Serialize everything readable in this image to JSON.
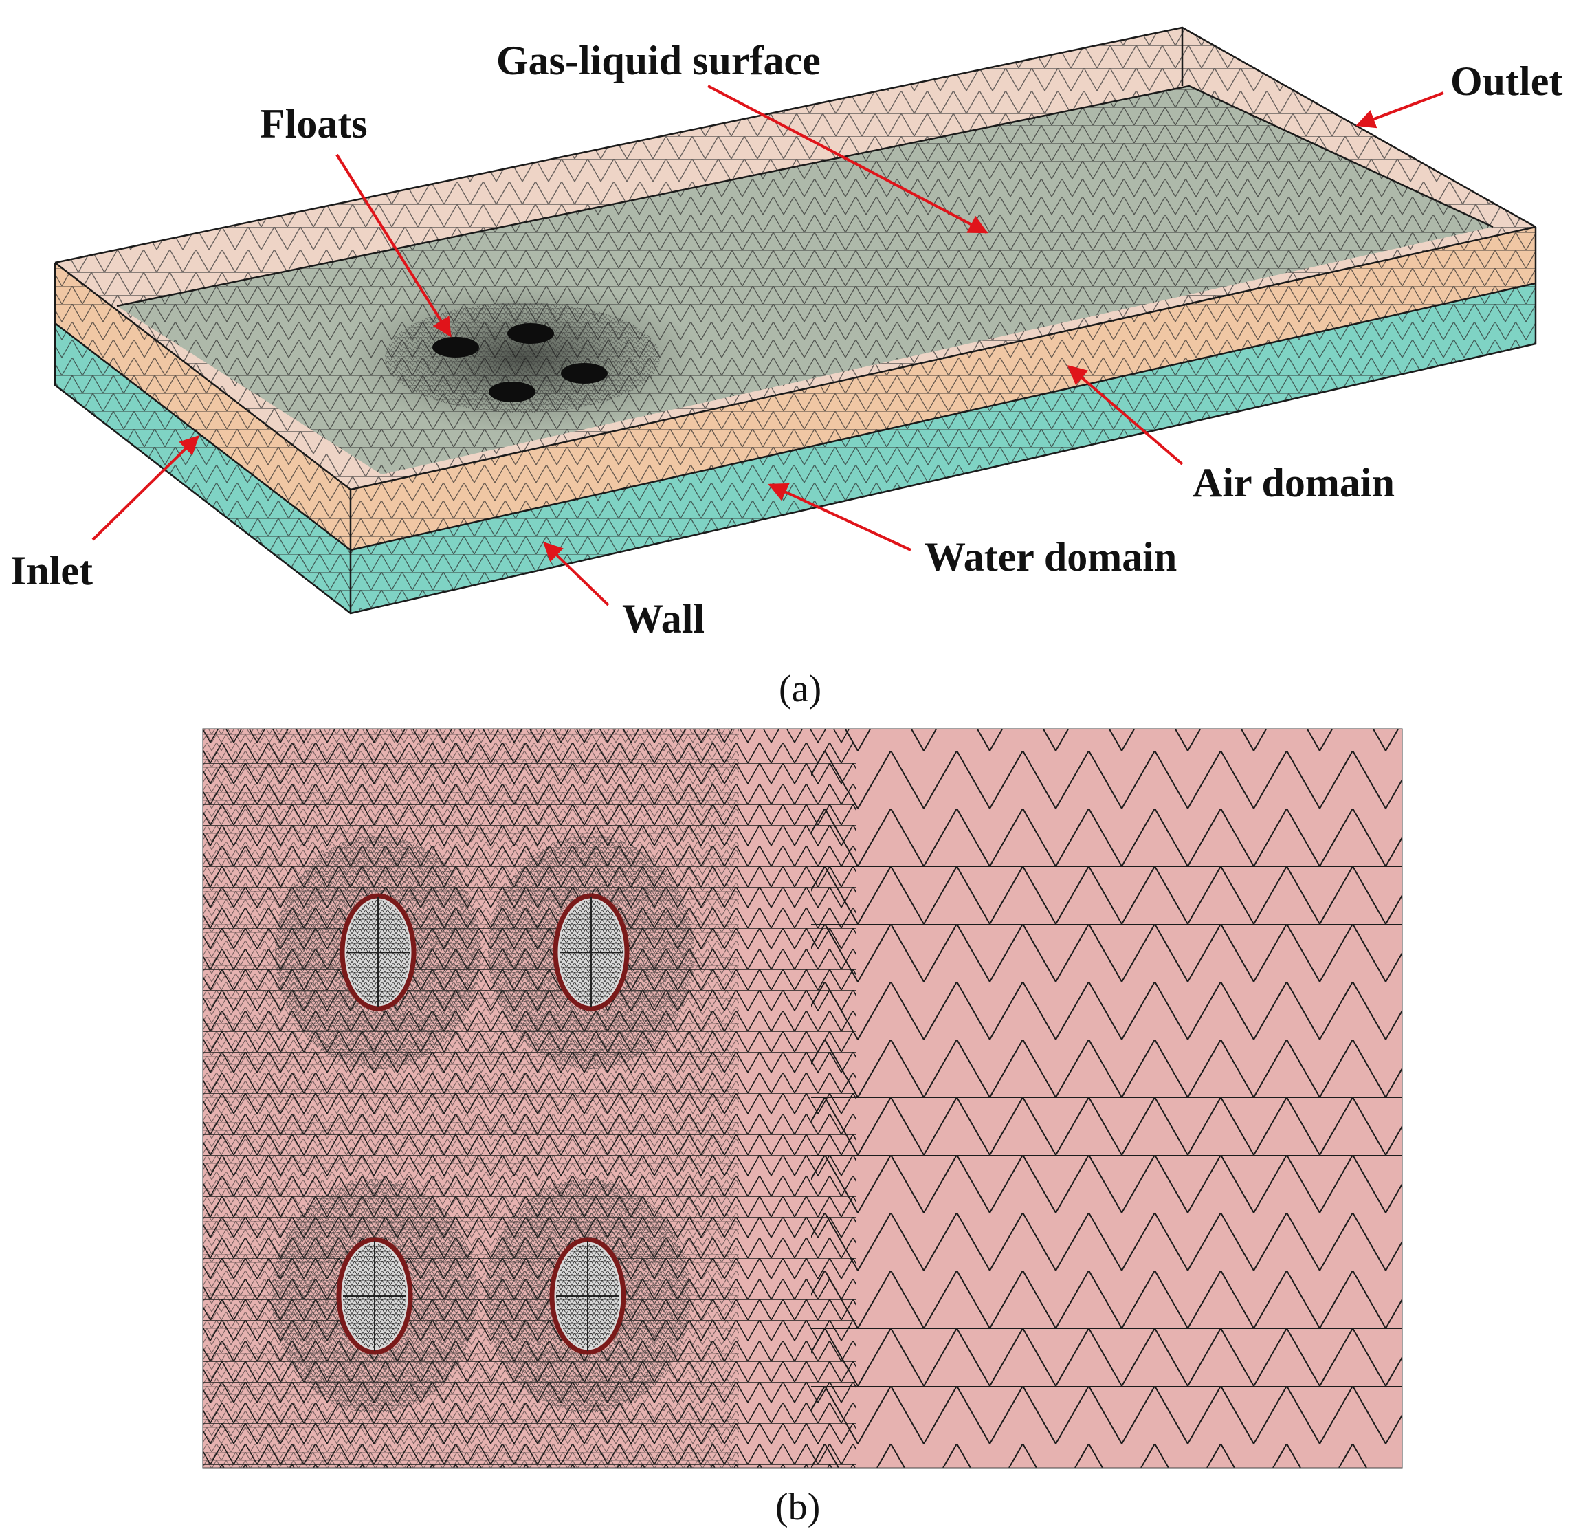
{
  "panel_a": {
    "labels": {
      "floats": "Floats",
      "gas_liquid_surface": "Gas-liquid surface",
      "outlet": "Outlet",
      "inlet": "Inlet",
      "air_domain": "Air domain",
      "water_domain": "Water domain",
      "wall": "Wall"
    },
    "caption": "(a)"
  },
  "panel_b": {
    "caption": "(b)"
  },
  "colors": {
    "air": "#eed4c6",
    "air_side": "#f0c7a4",
    "water": "#7fd3c4",
    "surface": "#aeb9aa",
    "mesh_b": "#e6b2b0",
    "arrow": "#e0141a",
    "line": "#1a1a1a"
  }
}
